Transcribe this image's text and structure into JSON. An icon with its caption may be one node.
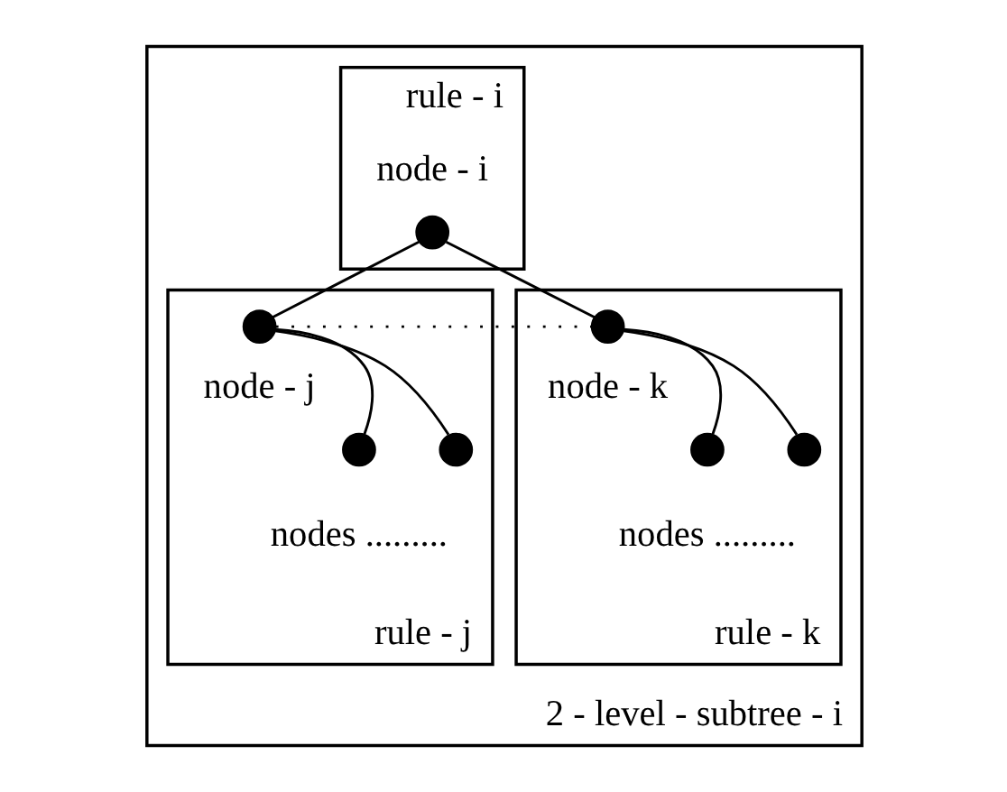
{
  "diagram": {
    "nodes": [
      {
        "text": [
          "2 - level - subtree - i"
        ]
      },
      {
        "text": [
          "rule - i"
        ],
        "in": 0
      },
      {
        "text": [
          "rule - j"
        ],
        "in": 0
      },
      {
        "text": [
          "rule - k"
        ],
        "in": 0
      },
      {
        "text": [],
        "shape": "circle",
        "in": 1,
        "beside": [
          "node - i"
        ]
      },
      {
        "text": [],
        "shape": "circle",
        "in": 2,
        "beside": [
          "node - j"
        ]
      },
      {
        "text": [],
        "shape": "circle",
        "in": 3,
        "beside": [
          "node - k"
        ]
      },
      {
        "text": [],
        "shape": "circle",
        "in": 2
      },
      {
        "text": [],
        "shape": "circle",
        "in": 2
      },
      {
        "text": [],
        "shape": "circle",
        "in": 3
      },
      {
        "text": [],
        "shape": "circle",
        "in": 3
      }
    ],
    "edges": [
      {
        "from": 4,
        "to": 5,
        "arrow": "none"
      },
      {
        "from": 4,
        "to": 6,
        "arrow": "none"
      },
      {
        "from": 5,
        "to": 6,
        "arrow": "none",
        "style": "dashed"
      },
      {
        "from": 5,
        "to": 7,
        "arrow": "none"
      },
      {
        "from": 5,
        "to": 8,
        "arrow": "none"
      },
      {
        "from": 6,
        "to": 9,
        "arrow": "none"
      },
      {
        "from": 6,
        "to": 10,
        "arrow": "none"
      }
    ],
    "labels": [
      "nodes .........",
      "nodes ........."
    ]
  }
}
